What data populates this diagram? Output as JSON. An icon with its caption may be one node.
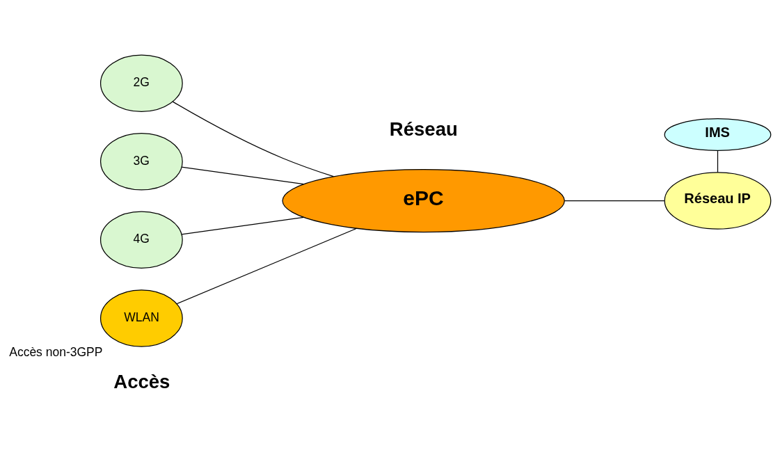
{
  "diagram": {
    "nodes": [
      {
        "text": [
          "2G"
        ]
      },
      {
        "text": [
          "3G"
        ]
      },
      {
        "text": [
          "4G"
        ]
      },
      {
        "text": [
          "WLAN"
        ],
        "beside": [
          "Accès non-3GPP"
        ]
      },
      {
        "text": [
          "ePC"
        ]
      },
      {
        "text": [
          "IMS"
        ]
      },
      {
        "text": [
          "Réseau IP"
        ]
      }
    ],
    "edges": [
      {
        "from": 0,
        "to": 4,
        "arrow": "none"
      },
      {
        "from": 1,
        "to": 4,
        "arrow": "none"
      },
      {
        "from": 2,
        "to": 4,
        "arrow": "none"
      },
      {
        "from": 3,
        "to": 4,
        "arrow": "none"
      },
      {
        "from": 4,
        "to": 6,
        "arrow": "none"
      },
      {
        "from": 5,
        "to": 6,
        "arrow": "none"
      }
    ],
    "labels": [
      "Accès",
      "Réseau"
    ]
  }
}
